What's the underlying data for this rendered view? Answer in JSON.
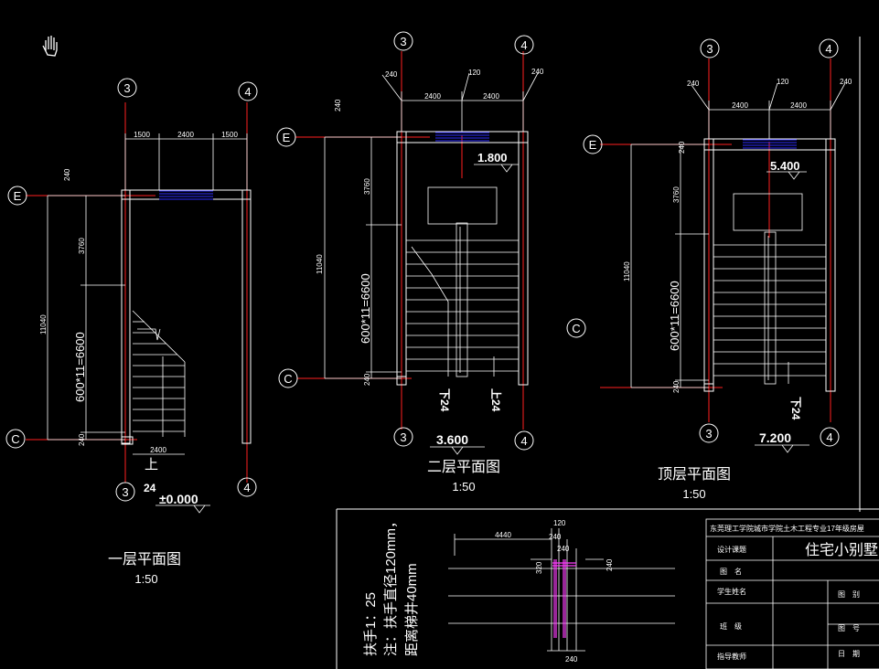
{
  "colors": {
    "background": "#000000",
    "axis": "#ff2020",
    "wall": "#ffffff",
    "window": "#2b2bff",
    "handrail": "#ff40ff",
    "text": "#ffffff"
  },
  "cursor_icon": "hand-pan-icon",
  "plans": [
    {
      "title": "一层平面图",
      "scale": "1:50",
      "axes": {
        "left": "3",
        "right": "4",
        "top": "E",
        "bottom": "C"
      },
      "top_dims": [
        "1500",
        "2400",
        "1500"
      ],
      "wall_dim": "240",
      "upper_dim": "3760",
      "stair_dim": "600*11=6600",
      "total_dim": "11040",
      "bottom_wall_dim": "240",
      "width_dim": "2400",
      "up_label": "上",
      "up_number": "24",
      "elevation": "±0.000"
    },
    {
      "title": "二层平面图",
      "scale": "1:50",
      "axes": {
        "left": "3",
        "right": "4",
        "top": "E",
        "bottom": "C"
      },
      "top_dims": [
        "240",
        "120",
        "240",
        "2400",
        "2400",
        "240"
      ],
      "upper_dim": "3760",
      "stair_dim": "600*11=6600",
      "total_dim": "11040",
      "bottom_wall_dim": "240",
      "landing_elevation": "1.800",
      "floor_elevation": "3.600",
      "down_label": "下24",
      "up_label": "上24"
    },
    {
      "title": "顶层平面图",
      "scale": "1:50",
      "axes": {
        "left": "3",
        "right": "4",
        "top": "E",
        "bottom": "C"
      },
      "top_dims": [
        "240",
        "120",
        "240",
        "2400",
        "2400"
      ],
      "side_dim": "240",
      "upper_dim": "3760",
      "stair_dim": "600*11=6600",
      "total_dim": "11040",
      "bottom_wall_dim": "240",
      "landing_elevation": "5.400",
      "floor_elevation": "7.200",
      "down_label": "下24"
    }
  ],
  "detail": {
    "note_line1": "扶手1：25",
    "note_line2": "注：扶手直径120mm，",
    "note_line3": "距离梯井40mm",
    "dims": [
      "4440",
      "120",
      "240",
      "240",
      "320",
      "240",
      "240"
    ]
  },
  "title_block": {
    "school": "东莞理工学院城市学院土木工程专业17年级房屋",
    "project_label": "设计课题",
    "project_value": "住宅小别墅",
    "drawing_name_label": "图　名",
    "student_label": "学生姓名",
    "class_label": "班　级",
    "teacher_label": "指导教师",
    "category_label": "图　别",
    "number_label": "图　号",
    "date_label": "日　期"
  }
}
